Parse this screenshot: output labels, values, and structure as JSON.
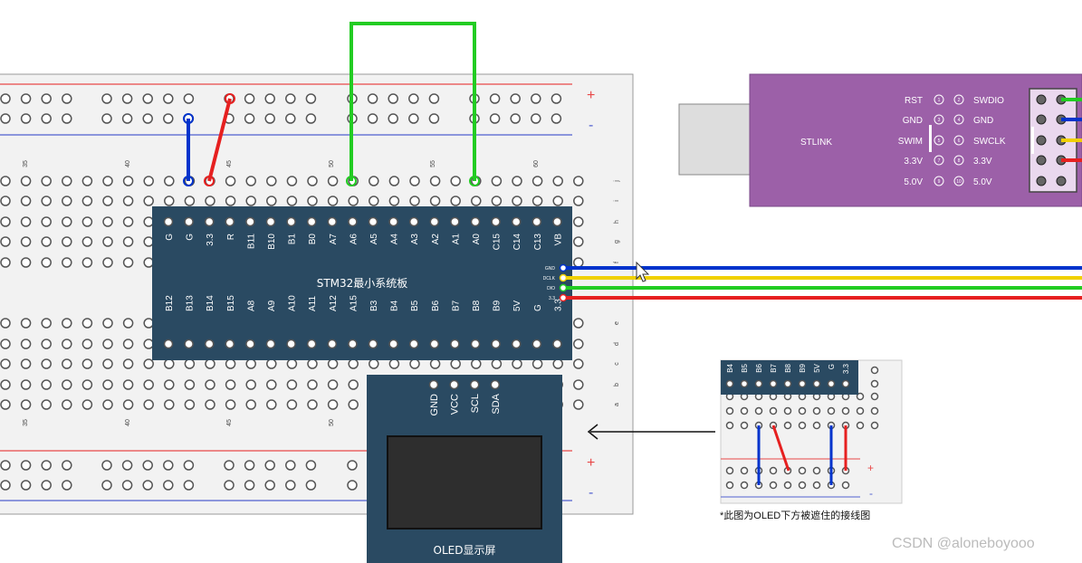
{
  "top_breadboard": {
    "column_numbers": [
      "35",
      "40",
      "45",
      "50",
      "55",
      "60"
    ],
    "row_letters_top": [
      "j",
      "i",
      "h",
      "g",
      "f"
    ],
    "row_letters_bottom": [
      "e",
      "d",
      "c",
      "b",
      "a"
    ],
    "rail_plus": "+",
    "rail_minus": "-"
  },
  "stm32": {
    "title": "STM32最小系统板",
    "top_pins": [
      "G",
      "G",
      "3.3",
      "R",
      "B11",
      "B10",
      "B1",
      "B0",
      "A7",
      "A6",
      "A5",
      "A4",
      "A3",
      "A2",
      "A1",
      "A0",
      "C15",
      "C14",
      "C13",
      "VB"
    ],
    "bottom_pins": [
      "B12",
      "B13",
      "B14",
      "B15",
      "A8",
      "A9",
      "A10",
      "A11",
      "A12",
      "A15",
      "B3",
      "B4",
      "B5",
      "B6",
      "B7",
      "B8",
      "B9",
      "5V",
      "G",
      "3.3"
    ],
    "side_pins": [
      "GND",
      "DCLK",
      "DIO",
      "3.3"
    ]
  },
  "oled": {
    "pins": [
      "GND",
      "VCC",
      "SCL",
      "SDA"
    ],
    "title": "OLED显示屏"
  },
  "stlink": {
    "name": "STLINK",
    "left_labels": [
      "RST",
      "GND",
      "SWIM",
      "3.3V",
      "5.0V"
    ],
    "right_labels": [
      "SWDIO",
      "GND",
      "SWCLK",
      "3.3V",
      "5.0V"
    ],
    "pin_numbers": [
      "1",
      "2",
      "3",
      "4",
      "5",
      "6",
      "7",
      "8",
      "9",
      "10"
    ]
  },
  "inset": {
    "pins": [
      "B4",
      "B5",
      "B6",
      "B7",
      "B8",
      "B9",
      "5V",
      "G",
      "3.3"
    ],
    "caption": "*此图为OLED下方被遮住的接线图"
  },
  "watermark": "CSDN @aloneboyooo",
  "colors": {
    "board": "#2a4a62",
    "stlink": "#9c60a8",
    "wire_blue": "#0033cc",
    "wire_red": "#e62020",
    "wire_green": "#22cc22",
    "wire_yellow": "#f0d000",
    "rail_red": "#e84848",
    "rail_blue": "#5060d0"
  }
}
